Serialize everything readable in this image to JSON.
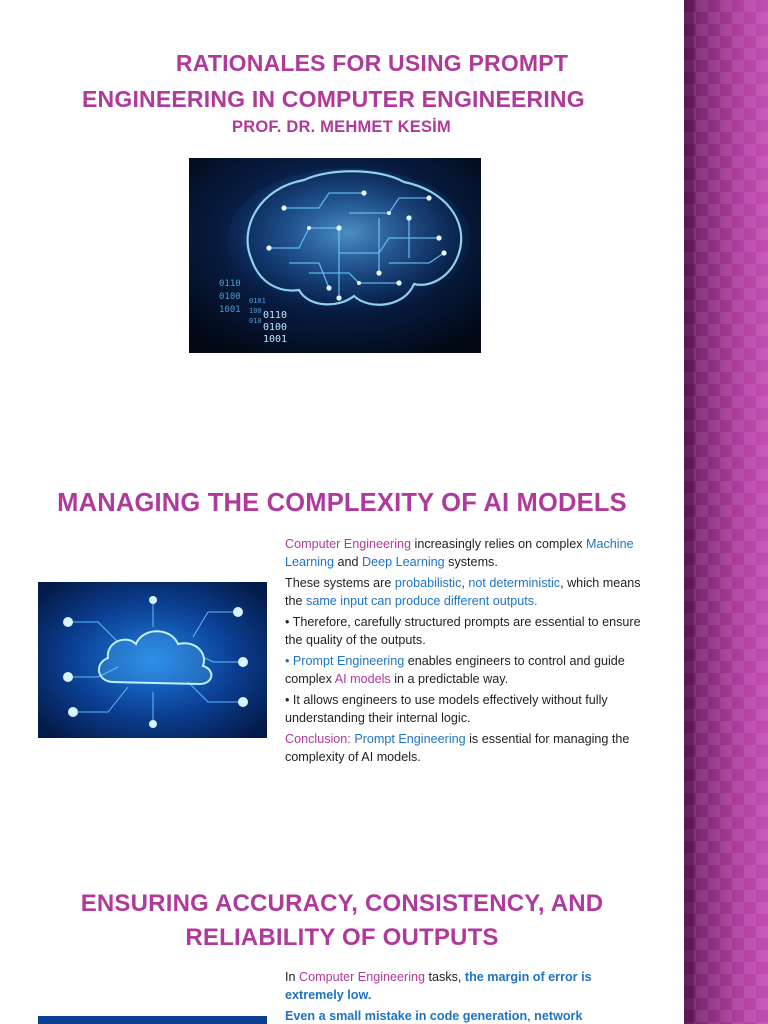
{
  "slide1": {
    "title_line1": "RATIONALES FOR USING PROMPT",
    "title_line2": "ENGINEERING IN COMPUTER ENGINEERING",
    "author": "PROF. DR. MEHMET KESİM",
    "binary": [
      "0110",
      "0100",
      "1001",
      "0101",
      "100",
      "010",
      "0110",
      "0100",
      "1001"
    ]
  },
  "slide2": {
    "title": "MANAGING THE COMPLEXITY OF AI MODELS",
    "p1": {
      "a": "Computer Engineering",
      "b": " increasingly relies on complex ",
      "c": "Machine Learning",
      "d": " and ",
      "e": "Deep Learning",
      "f": " systems."
    },
    "p2": {
      "a": "These systems are ",
      "b": "probabilistic",
      "c": ", ",
      "d": "not deterministic",
      "e": ", which means the ",
      "f": "same input can produce different outputs."
    },
    "p3": "• Therefore, carefully structured prompts are essential to ensure the quality of the outputs.",
    "p4": {
      "a": "• Prompt Engineering",
      "b": " enables engineers to control and guide complex ",
      "c": "AI models",
      "d": " in a predictable way."
    },
    "p5": "• It allows engineers to use models effectively without fully understanding their internal logic.",
    "p6": {
      "a": "Conclusion: ",
      "b": "Prompt Engineering",
      "c": " is essential for managing the complexity of AI models."
    }
  },
  "slide3": {
    "title_line1": "ENSURING ACCURACY, CONSISTENCY, AND",
    "title_line2": "RELIABILITY OF OUTPUTS",
    "p1": {
      "a": "In ",
      "b": "Computer Engineering",
      "c": " tasks, ",
      "d": "the margin of error is extremely low."
    },
    "p2": {
      "a": "Even a small mistake in code generation",
      "b": ", ",
      "c": "network"
    }
  },
  "colors": {
    "accent": "#b03a9b",
    "link_blue": "#1f73c3",
    "side_band": "#8e2c80"
  }
}
